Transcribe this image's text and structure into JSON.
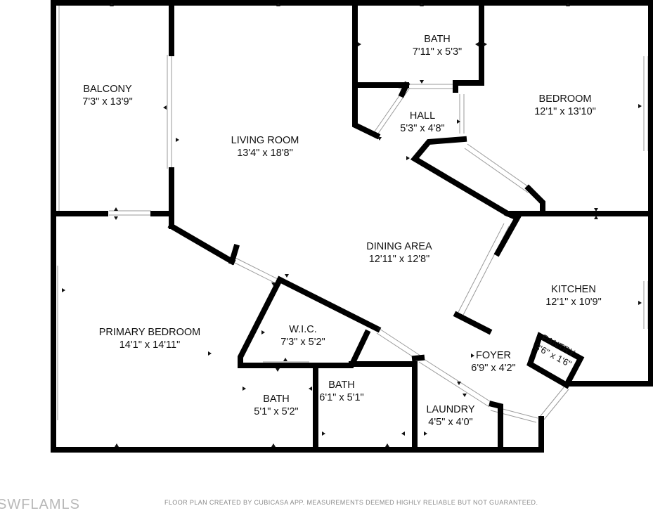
{
  "rooms": {
    "balcony": {
      "name": "BALCONY",
      "size": "7'3\" x 13'9\""
    },
    "living": {
      "name": "LIVING ROOM",
      "size": "13'4\" x 18'8\""
    },
    "bath_top": {
      "name": "BATH",
      "size": "7'11\" x 5'3\""
    },
    "hall": {
      "name": "HALL",
      "size": "5'3\" x 4'8\""
    },
    "bedroom": {
      "name": "BEDROOM",
      "size": "12'1\" x 13'10\""
    },
    "dining": {
      "name": "DINING AREA",
      "size": "12'11\" x 12'8\""
    },
    "kitchen": {
      "name": "KITCHEN",
      "size": "12'1\" x 10'9\""
    },
    "primary": {
      "name": "PRIMARY BEDROOM",
      "size": "14'1\" x 14'11\""
    },
    "wic": {
      "name": "W.I.C.",
      "size": "7'3\" x 5'2\""
    },
    "foyer": {
      "name": "FOYER",
      "size": "6'9\" x 4'2\""
    },
    "pantry": {
      "name": "PANTRY",
      "size": "3'6\" x 1'6\""
    },
    "bath_a": {
      "name": "BATH",
      "size": "5'1\" x 5'2\""
    },
    "bath_b": {
      "name": "BATH",
      "size": "6'1\" x 5'1\""
    },
    "laundry": {
      "name": "LAUNDRY",
      "size": "4'5\" x 4'0\""
    }
  },
  "footer": {
    "note": "FLOOR PLAN CREATED BY CUBICASA APP. MEASUREMENTS DEEMED HIGHLY RELIABLE BUT NOT GUARANTEED.",
    "watermark": "SWFLAMLS"
  },
  "colors": {
    "wall": "#000000",
    "window": "#9a9a9a",
    "text": "#111111",
    "background": "#ffffff"
  }
}
